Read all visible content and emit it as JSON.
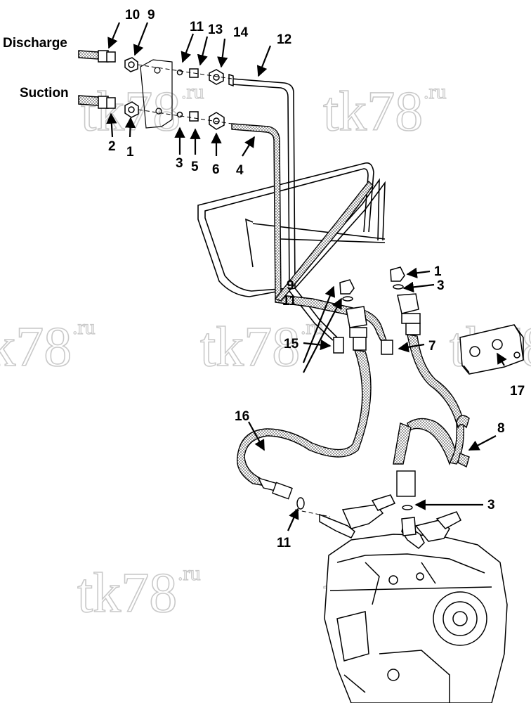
{
  "labels": {
    "discharge": "Discharge",
    "suction": "Suction"
  },
  "watermark": {
    "text": "tk78",
    "sup": ".ru"
  },
  "callouts": {
    "c10": "10",
    "c9a": "9",
    "c11a": "11",
    "c13": "13",
    "c14": "14",
    "c12": "12",
    "c2": "2",
    "c1a": "1",
    "c3a": "3",
    "c5": "5",
    "c6": "6",
    "c4": "4",
    "c15": "15",
    "c9b": "9",
    "c11b": "11",
    "c7": "7",
    "c1b": "1",
    "c3b": "3",
    "c16": "16",
    "c8": "8",
    "c17": "17",
    "c3c": "3",
    "c11c": "11"
  }
}
